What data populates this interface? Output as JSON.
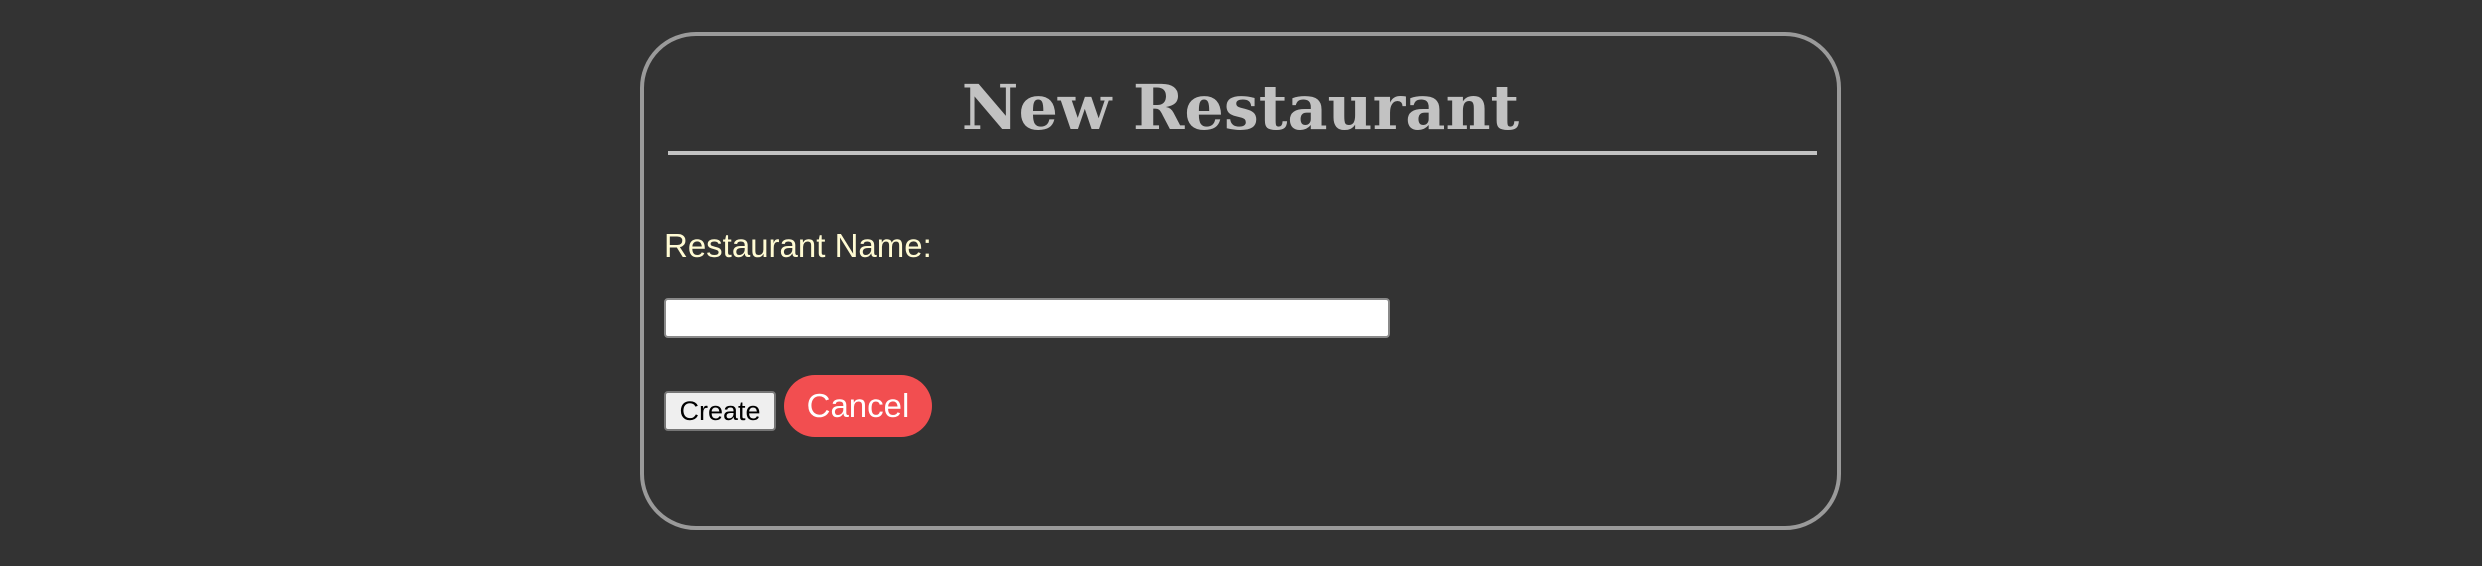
{
  "form": {
    "title": "New Restaurant",
    "name_label": "Restaurant Name:",
    "name_value": "",
    "create_label": "Create",
    "cancel_label": "Cancel"
  },
  "colors": {
    "background": "#333333",
    "panel_border": "#9a9a9a",
    "title": "#c2c2c2",
    "label": "#fffbd3",
    "cancel_button": "#f24e50"
  }
}
